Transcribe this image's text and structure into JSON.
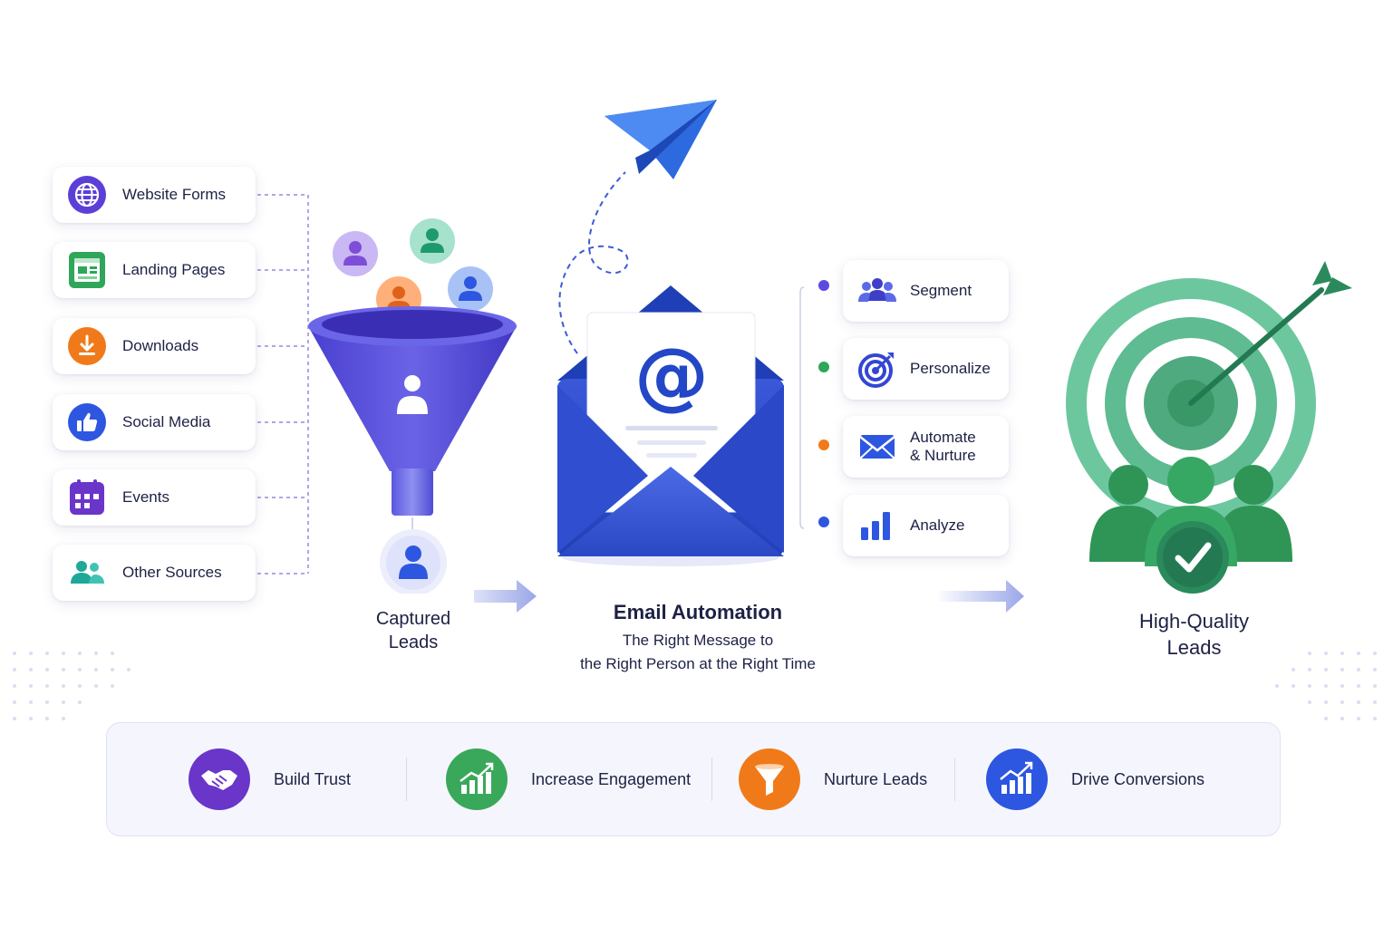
{
  "sources": [
    {
      "label": "Website Forms",
      "icon": "globe-icon",
      "color": "#5b3fd6"
    },
    {
      "label": "Landing Pages",
      "icon": "landing-page-icon",
      "color": "#2fa65a"
    },
    {
      "label": "Downloads",
      "icon": "download-icon",
      "color": "#f07a1a"
    },
    {
      "label": "Social Media",
      "icon": "thumbs-up-icon",
      "color": "#2d57e0"
    },
    {
      "label": "Events",
      "icon": "calendar-icon",
      "color": "#6a35c9"
    },
    {
      "label": "Other Sources",
      "icon": "people-icon",
      "color": "#1fa89a"
    }
  ],
  "funnel": {
    "caption_line1": "Captured",
    "caption_line2": "Leads"
  },
  "email": {
    "title": "Email Automation",
    "subtitle_line1": "The Right Message to",
    "subtitle_line2": "the Right Person at the Right Time",
    "icon": "at-sign-icon"
  },
  "actions": [
    {
      "label": "Segment",
      "icon": "group-icon",
      "dot_color": "#5b4be0"
    },
    {
      "label": "Personalize",
      "icon": "target-icon",
      "dot_color": "#2fa65a"
    },
    {
      "label_line1": "Automate",
      "label_line2": "& Nurture",
      "icon": "envelope-icon",
      "dot_color": "#f07a1a"
    },
    {
      "label": "Analyze",
      "icon": "bar-chart-icon",
      "dot_color": "#2d57e0"
    }
  ],
  "result": {
    "caption_line1": "High-Quality",
    "caption_line2": "Leads"
  },
  "benefits": [
    {
      "label": "Build Trust",
      "icon": "handshake-icon",
      "color": "#6a35c9"
    },
    {
      "label": "Increase Engagement",
      "icon": "growth-chart-icon",
      "color": "#3aa85a"
    },
    {
      "label": "Nurture Leads",
      "icon": "funnel-icon",
      "color": "#f07a1a"
    },
    {
      "label": "Drive Conversions",
      "icon": "rising-chart-icon",
      "color": "#2d57e0"
    }
  ]
}
